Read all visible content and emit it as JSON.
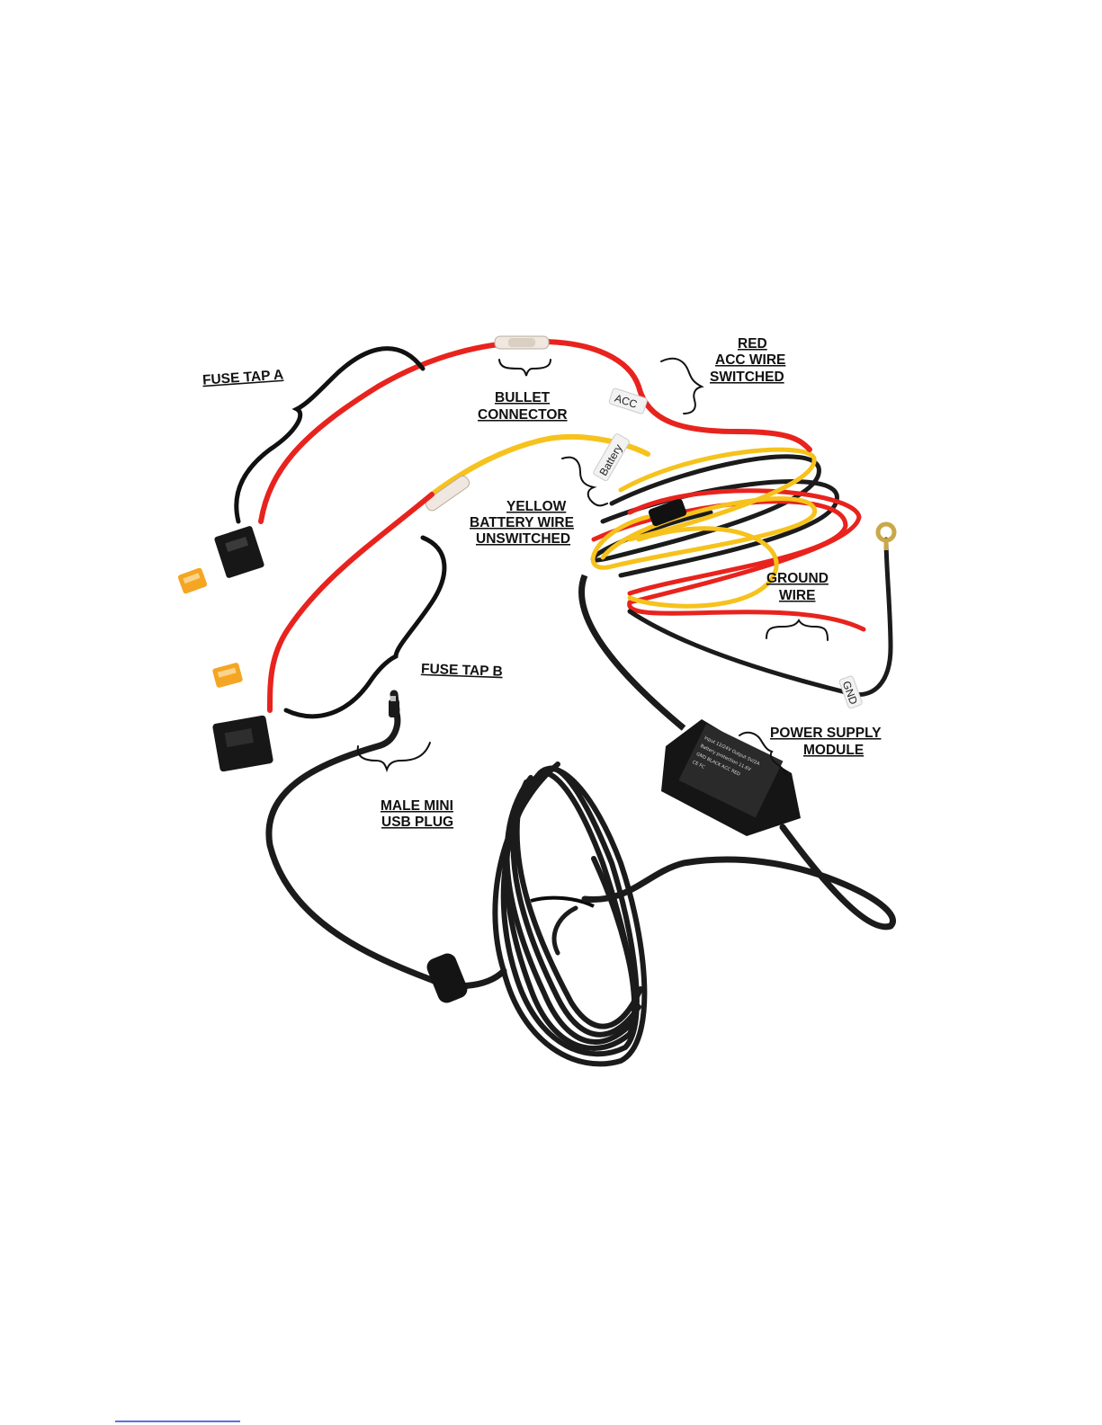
{
  "labels": {
    "fuse_tap_a": "FUSE TAP A",
    "bullet_connector": [
      "BULLET",
      "CONNECTOR"
    ],
    "red_acc_wire": [
      "RED",
      "ACC WIRE",
      "SWITCHED"
    ],
    "yellow_battery_wire": [
      "YELLOW",
      "BATTERY WIRE",
      "UNSWITCHED"
    ],
    "ground_wire": [
      "GROUND",
      "WIRE"
    ],
    "fuse_tap_b": "FUSE TAP B",
    "power_supply_module": [
      "POWER SUPPLY",
      "MODULE"
    ],
    "male_mini_usb_plug": [
      "MALE MINI",
      "USB PLUG"
    ]
  },
  "wire_tags": {
    "acc": "ACC",
    "battery": "Battery",
    "gnd": "GND"
  },
  "colors": {
    "red_wire": "#e8231e",
    "yellow_wire": "#f6c21c",
    "black_cable": "#1b1b1b",
    "fuse": "#f4a623",
    "bottom_link": "#2b3fd6"
  }
}
